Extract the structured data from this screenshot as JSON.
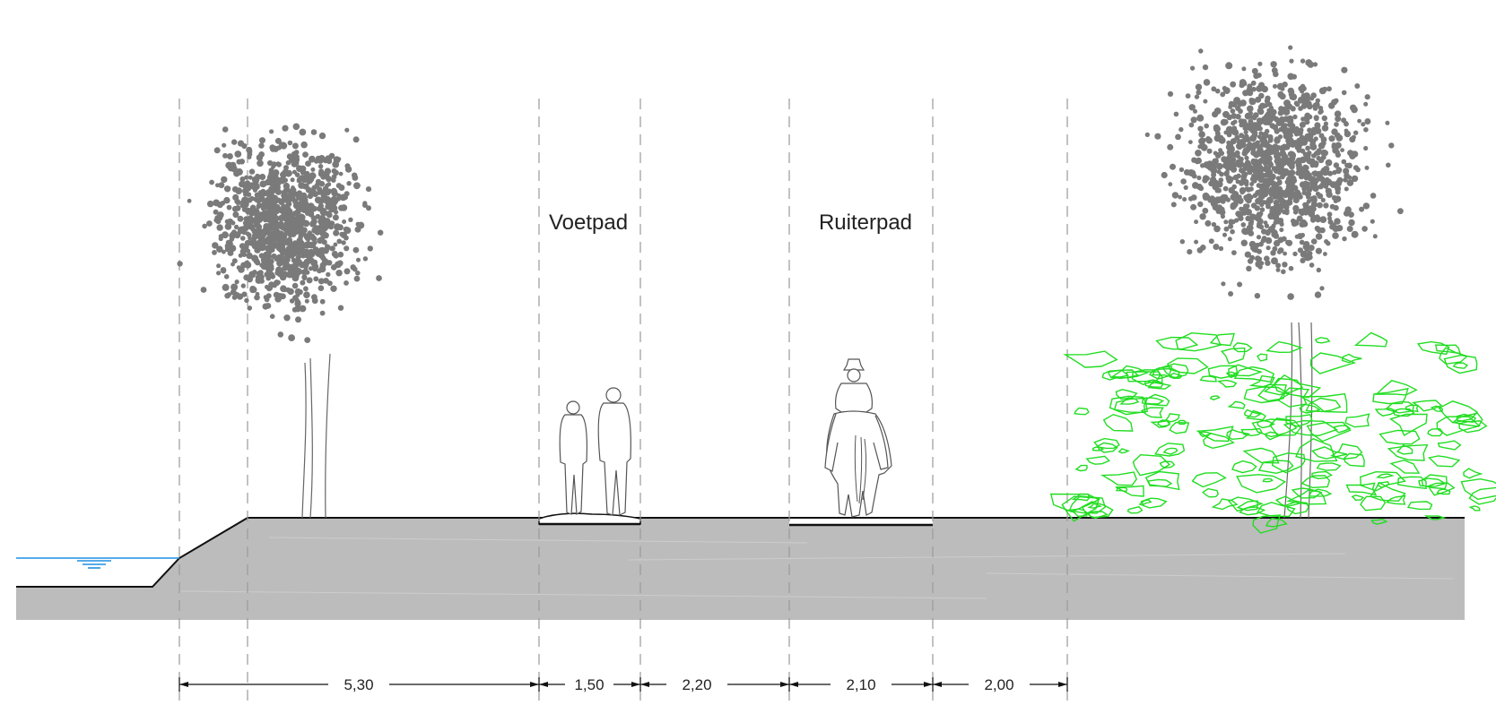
{
  "labels": {
    "footpath": "Voetpad",
    "bridleway": "Ruiterpad"
  },
  "dimensions": [
    "5,30",
    "1,50",
    "2,20",
    "2,10",
    "2,00"
  ],
  "colors": {
    "ground": "#bcbcbc",
    "water": "#1f8fe0",
    "foliage": "#7a7a7a",
    "shrub": "#22dd22",
    "line": "#111111",
    "guide": "#9a9a9a"
  }
}
